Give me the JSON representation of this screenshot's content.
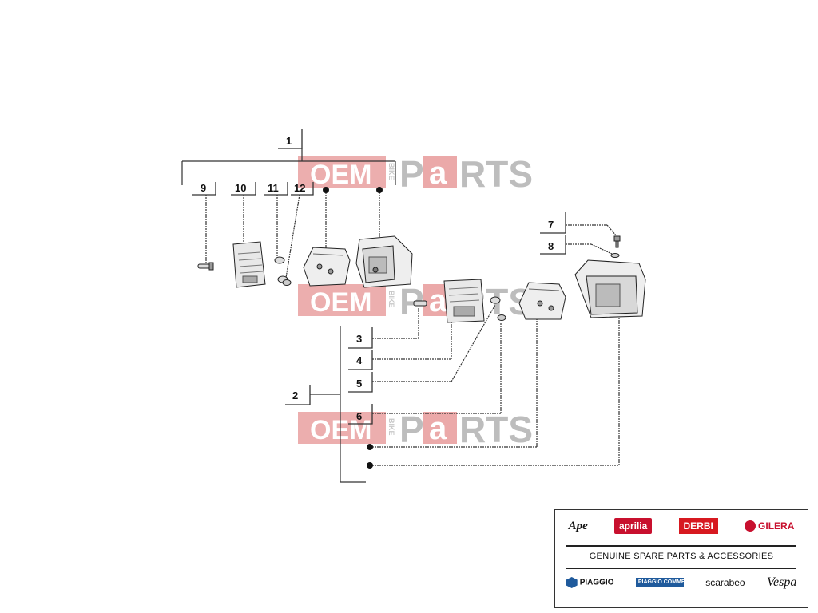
{
  "watermark": {
    "oem": "OEM",
    "bike": "BIKE",
    "parts_p": "P",
    "parts_a": "a",
    "parts_rest": "RTS"
  },
  "callouts": [
    "1",
    "2",
    "3",
    "4",
    "5",
    "6",
    "7",
    "8",
    "9",
    "10",
    "11",
    "12"
  ],
  "brands": {
    "top": [
      "Ape",
      "aprilia",
      "DERBI",
      "GILERA"
    ],
    "tagline": "GENUINE SPARE PARTS & ACCESSORIES",
    "bottom": [
      "PIAGGIO",
      "PIAGGIO COMMERCIAL VEHICLES",
      "scarabeo",
      "Vespa"
    ]
  },
  "colors": {
    "watermark_red": "#e48c8c",
    "line": "#333333",
    "aprilia": "#c8102e",
    "derbi": "#d71920",
    "piaggio_cv": "#1f5a9c"
  }
}
